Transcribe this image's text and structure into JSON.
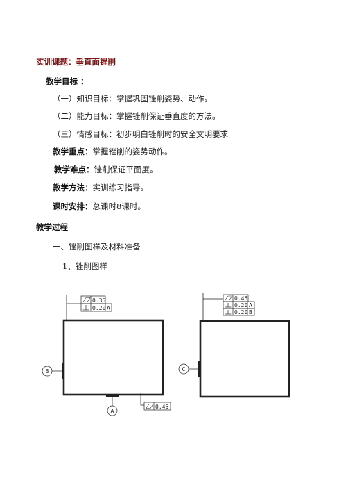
{
  "doc": {
    "title": "实训课题：垂直面锉削",
    "goals_heading": "教学目标 ：",
    "goals": [
      "（一）知识目标：掌握巩固锉削姿势、动作。",
      "（二）能力目标：掌握锉削保证垂直度的方法。",
      "（三）情感目标：初步明白锉削时的安全文明要求"
    ],
    "key_point_label": "教学重点：",
    "key_point_text": "掌握锉削的姿势动作。",
    "difficulty_label": "教学难点：",
    "difficulty_text": "锉削保证平面度。",
    "method_label": "教学方法：",
    "method_text": "实训练习指导。",
    "schedule_label": "课时安排：",
    "schedule_text": "总课时8课时。",
    "process_heading": "教学过程",
    "section1": "一、锉削图样及材料准备",
    "subsection1": "1、锉削图样"
  },
  "drawing_left": {
    "flatness": "0.35",
    "perpendicularity": "0.20",
    "datum_ref": "A",
    "datum_side": "B",
    "datum_bottom": "A",
    "bottom_flatness": "0.45"
  },
  "drawing_right": {
    "flatness": "0.45",
    "perp_a_value": "0.20",
    "perp_a_ref": "A",
    "perp_b_value": "0.20",
    "perp_b_ref": "B",
    "datum_side": "C"
  }
}
